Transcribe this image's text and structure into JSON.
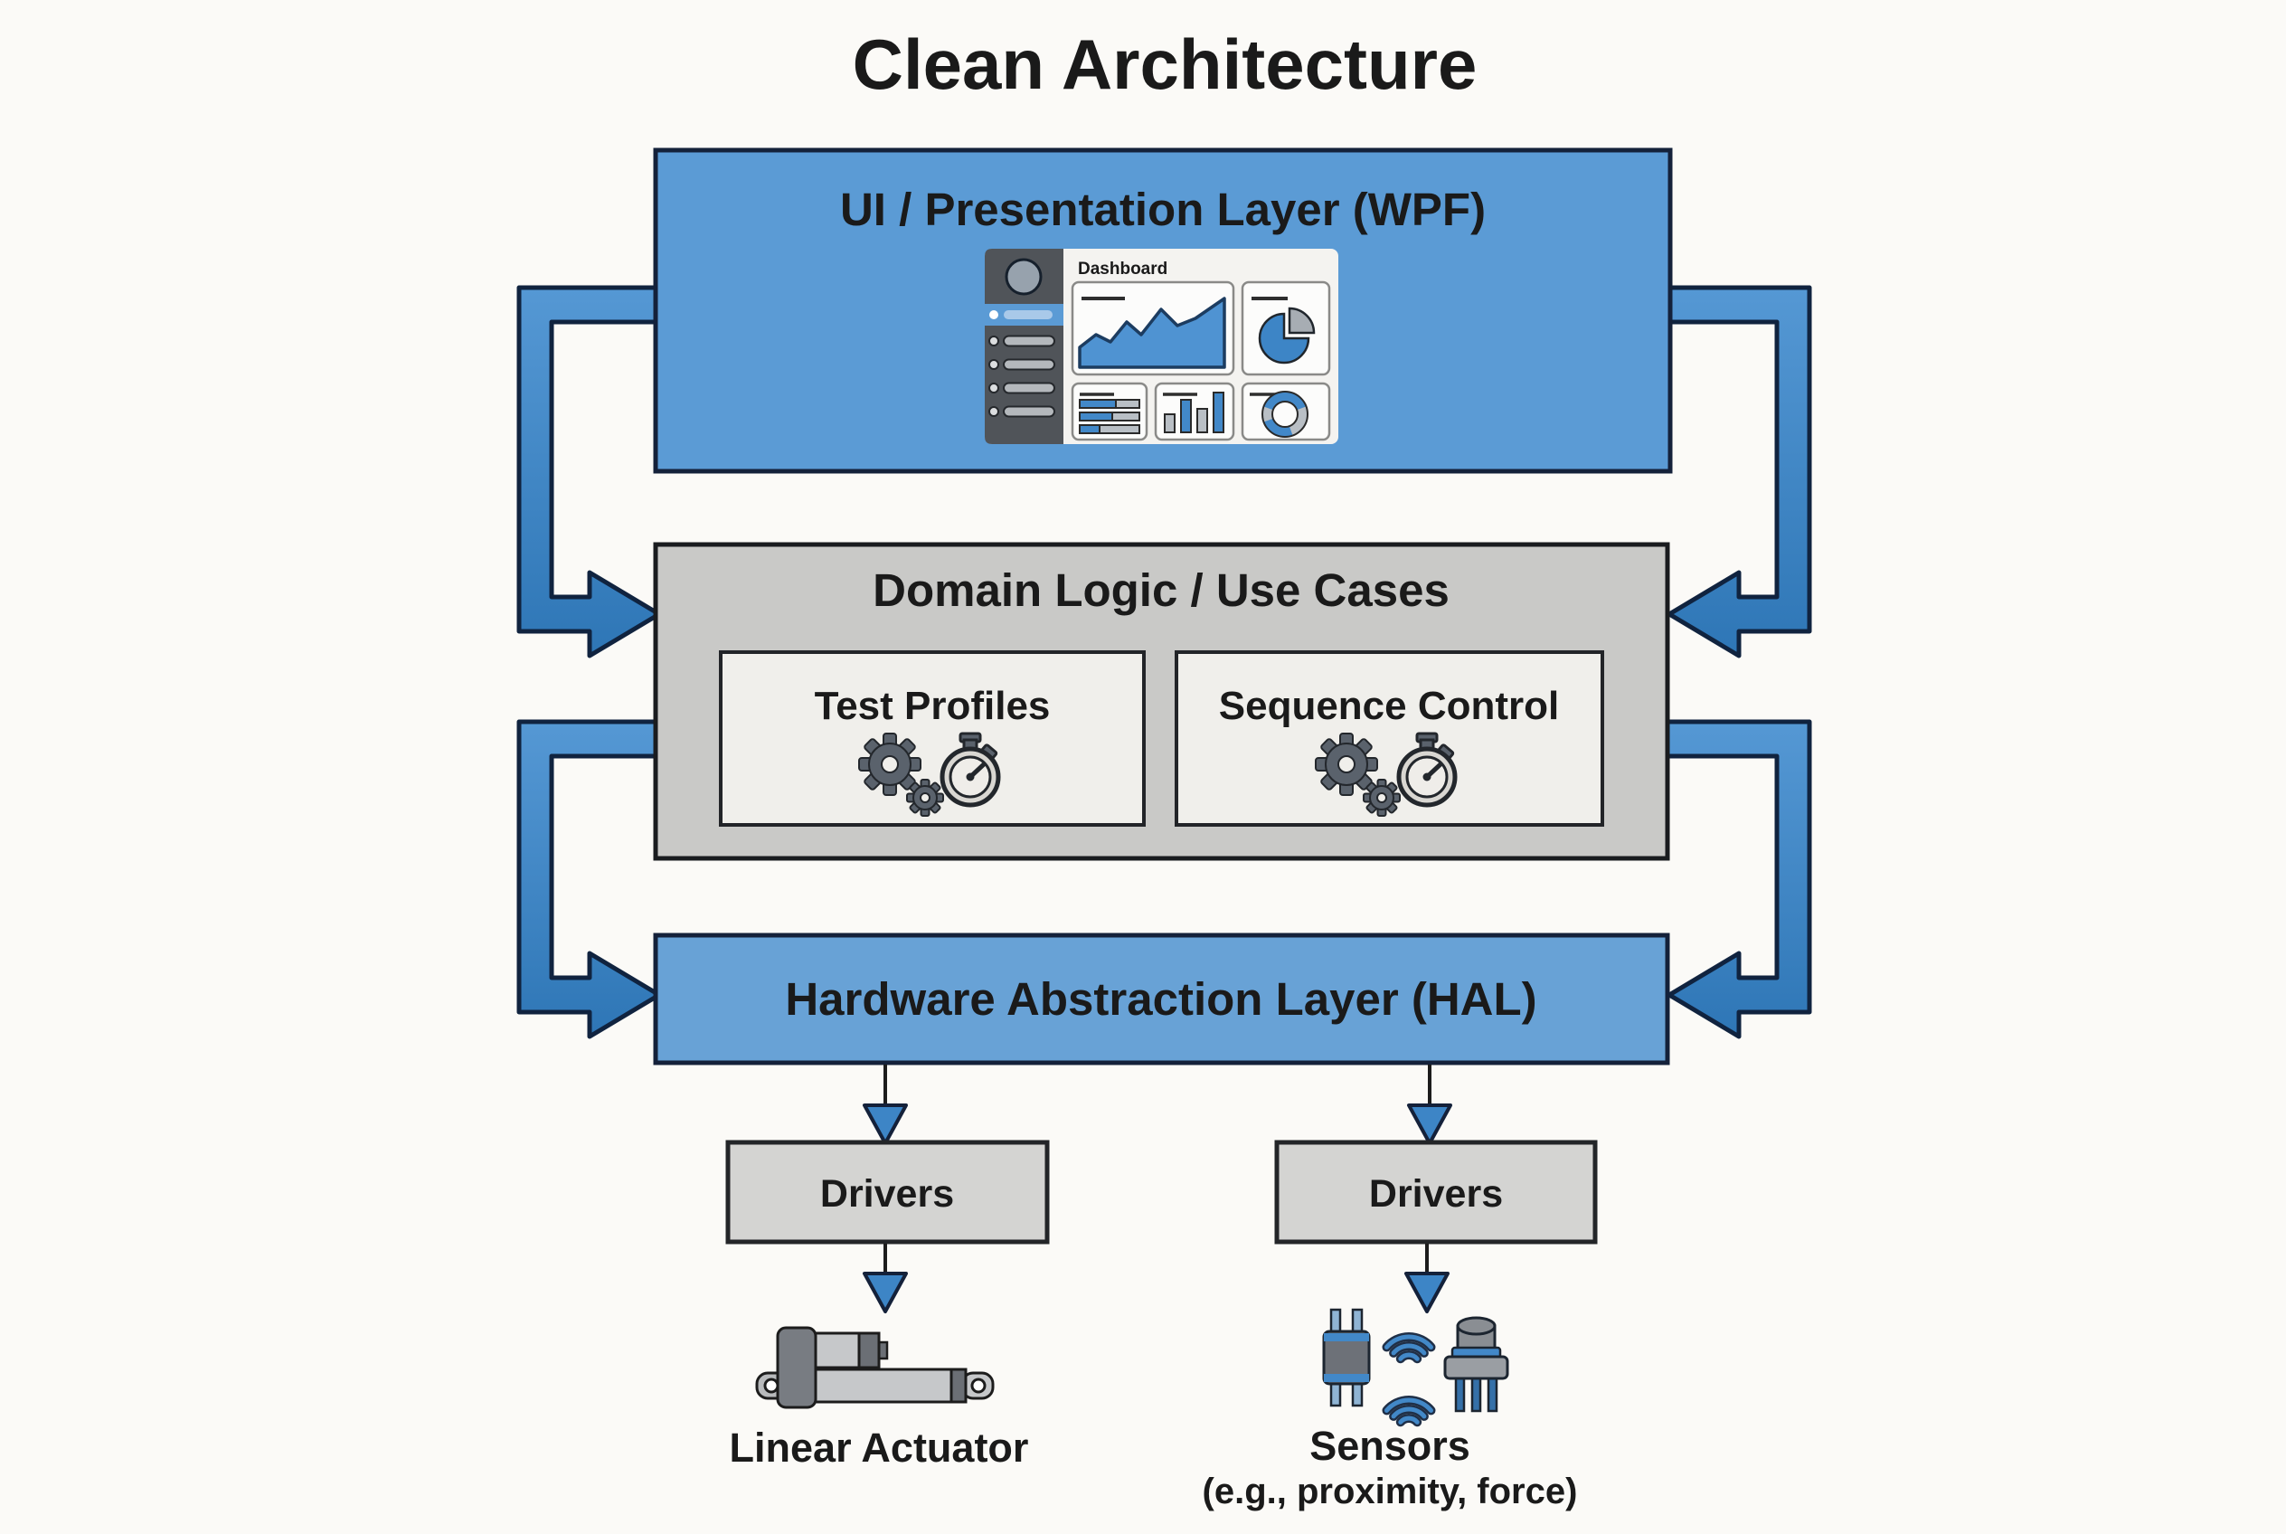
{
  "title": "Clean Architecture",
  "colors": {
    "box_blue": "#5b9bd5",
    "hal_blue": "#68a2d6",
    "arrow_blue_light": "#5598d4",
    "arrow_blue_dark": "#2e76b6",
    "arrowhead_blue": "#3d85c6",
    "box_gray": "#c9c9c7",
    "subbox_gray": "#f0efeb",
    "drivers_gray": "#d4d4d2",
    "outline_dark": "#14213a",
    "text_dark": "#1a1a1a"
  },
  "layers": {
    "ui": {
      "label": "UI / Presentation Layer (WPF)",
      "mockup": {
        "title": "Dashboard"
      }
    },
    "domain": {
      "label": "Domain Logic / Use Cases",
      "children": [
        {
          "label": "Test Profiles"
        },
        {
          "label": "Sequence Control"
        }
      ]
    },
    "hal": {
      "label": "Hardware Abstraction Layer (HAL)"
    },
    "drivers": [
      {
        "label": "Drivers"
      },
      {
        "label": "Drivers"
      }
    ]
  },
  "devices": {
    "actuator": {
      "label": "Linear Actuator"
    },
    "sensors": {
      "label": "Sensors",
      "sublabel": "(e.g., proximity, force)"
    }
  }
}
